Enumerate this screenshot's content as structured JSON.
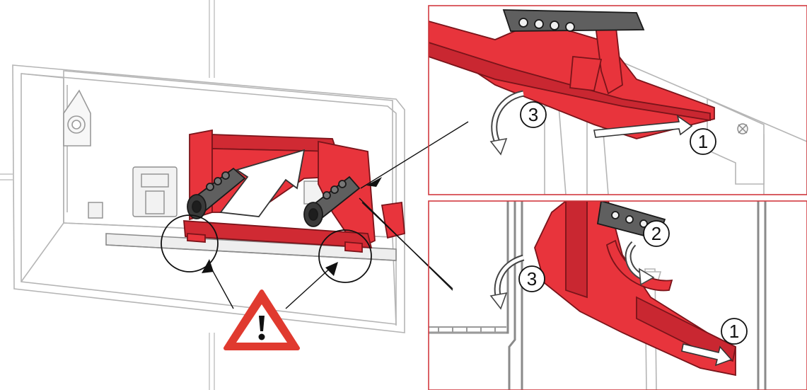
{
  "colors": {
    "part_red": "#e8343c",
    "part_red_dark": "#b8202a",
    "spring_grey": "#5f5f5f",
    "spring_dark": "#3a3a3a",
    "outline": "#444444",
    "line_light": "#b8b8b8",
    "frame_border": "#d23a40",
    "warning_red": "#e03a2f",
    "warning_fill": "#ffffff"
  },
  "icons": {
    "warning": "warning-triangle-icon",
    "rotate": "curved-arrow-icon",
    "slide": "straight-arrow-icon"
  },
  "steps": {
    "top_panel": [
      "3",
      "1"
    ],
    "bottom_panel": [
      "2",
      "3",
      "1"
    ]
  }
}
